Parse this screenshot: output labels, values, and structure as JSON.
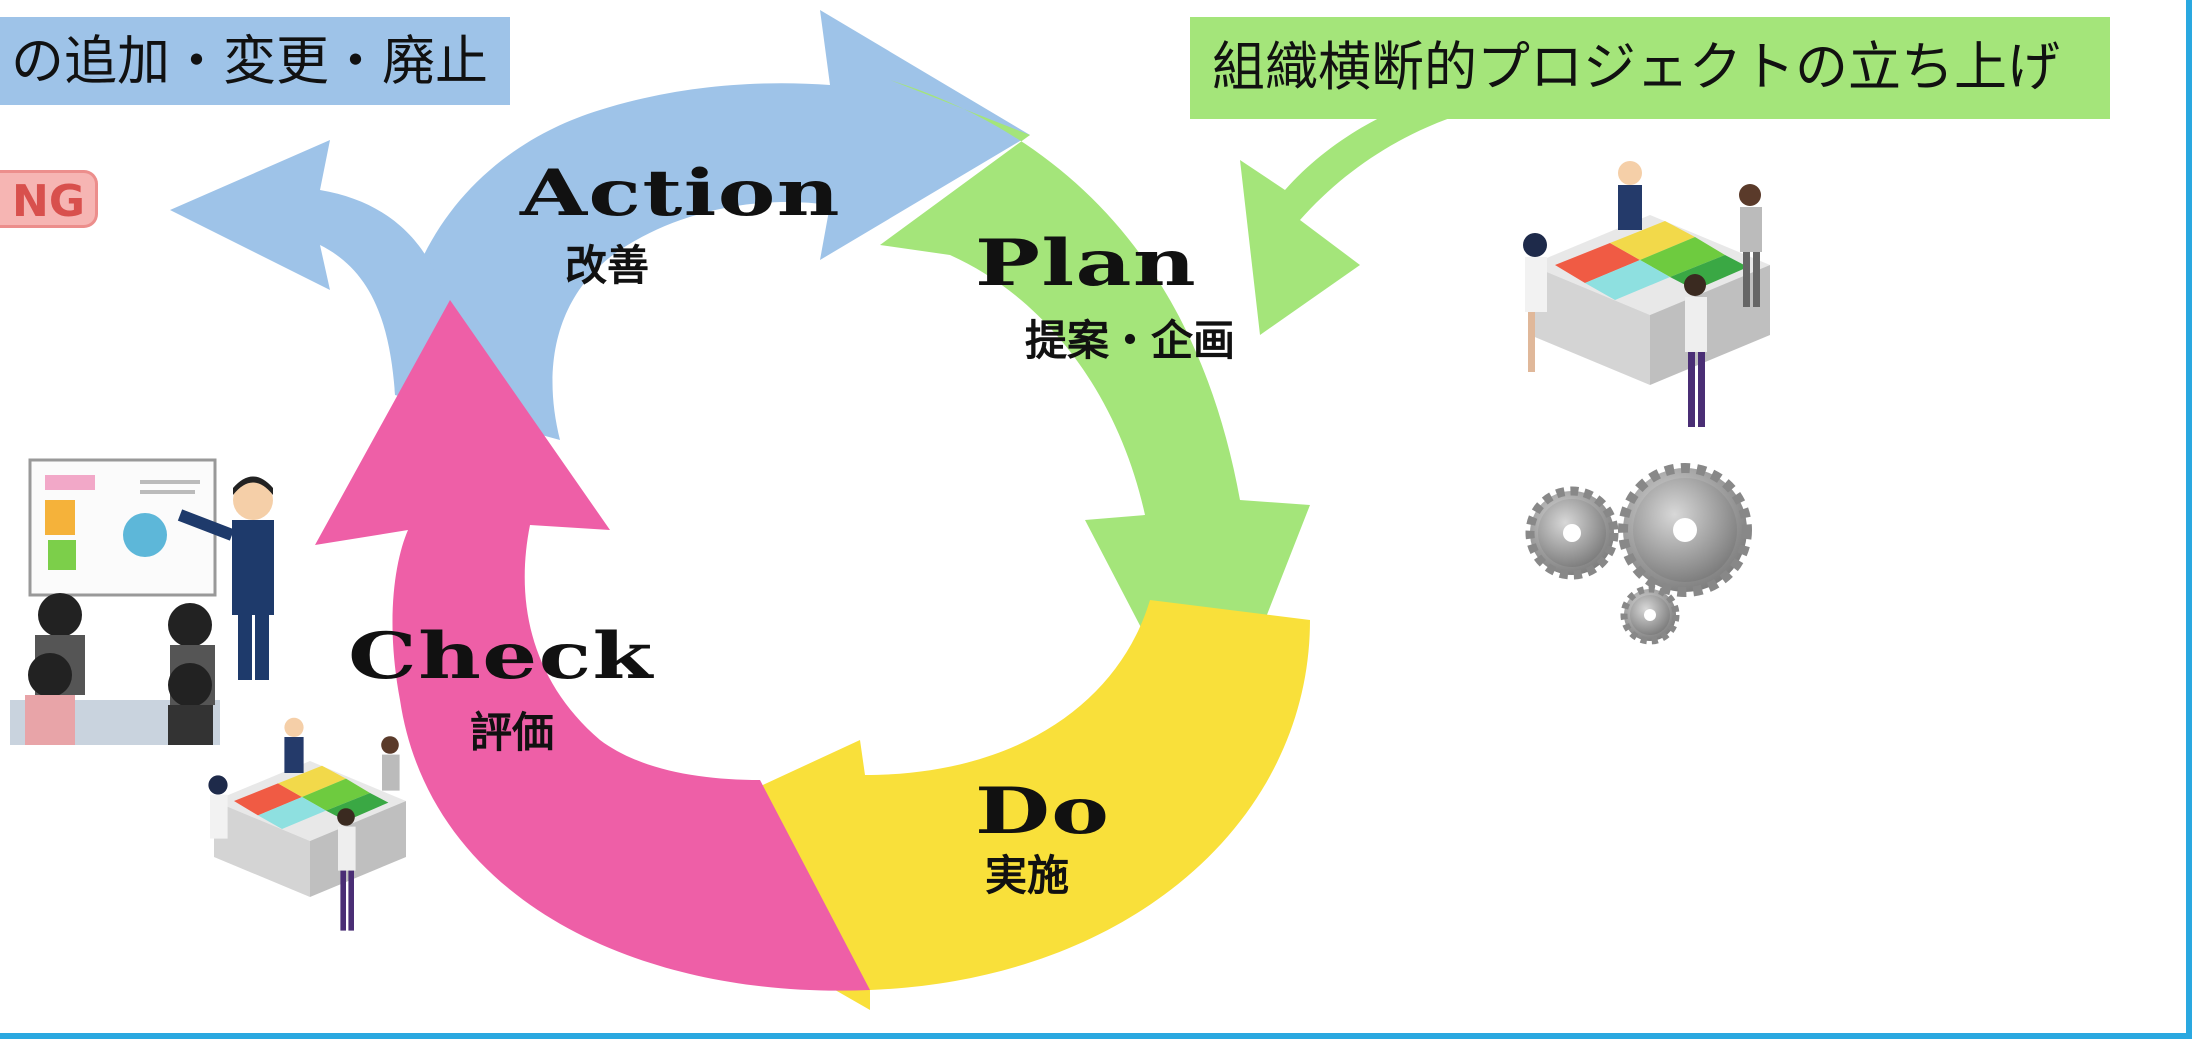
{
  "banners": {
    "left": "の追加・変更・廃止",
    "right": "組織横断的プロジェクトの立ち上げ",
    "ng_badge": "NG"
  },
  "cycle": {
    "action": {
      "en": "Action",
      "jp": "改善",
      "color": "#9ec3e8"
    },
    "plan": {
      "en": "Plan",
      "jp": "提案・企画",
      "color": "#a4e57a"
    },
    "do": {
      "en": "Do",
      "jp": "実施",
      "color": "#f9e03a"
    },
    "check": {
      "en": "Check",
      "jp": "評価",
      "color": "#ee5fa7"
    }
  },
  "colors": {
    "frame": "#2aa8e0"
  },
  "icons": {
    "meeting": "meeting-presentation-illustration",
    "puzzle_team_right": "puzzle-team-illustration",
    "puzzle_team_left": "puzzle-team-illustration",
    "gears": "gears-icon"
  }
}
